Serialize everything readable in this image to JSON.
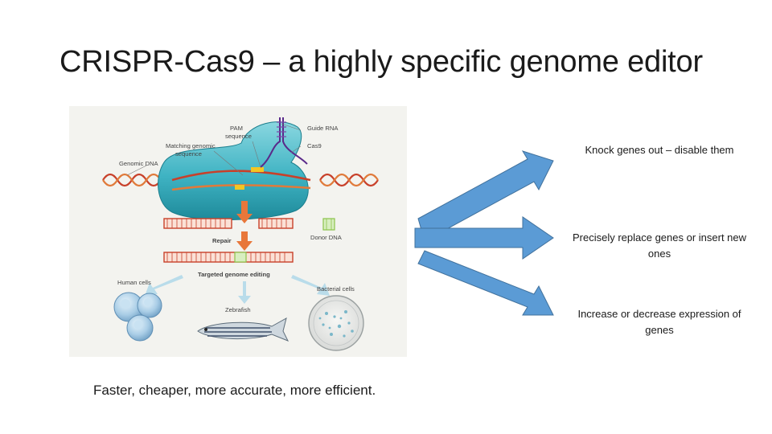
{
  "slide": {
    "title": "CRISPR-Cas9 – a highly specific genome editor",
    "caption": "Faster, cheaper, more accurate, more efficient."
  },
  "figure": {
    "labels": {
      "pam": [
        "PAM",
        "sequence"
      ],
      "guide_rna": "Guide RNA",
      "matching": [
        "Matching genomic",
        "sequence"
      ],
      "cas9": "Cas9",
      "genomic_dna": "Genomic DNA",
      "donor_dna": "Donor DNA",
      "repair": "Repair",
      "targeted": "Targeted genome editing",
      "human_cells": "Human cells",
      "bacterial_cells": "Bacterial cells",
      "zebrafish": "Zebrafish"
    }
  },
  "outcomes": [
    {
      "text": "Knock genes out – disable them"
    },
    {
      "text": "Precisely replace genes or insert new ones"
    },
    {
      "text": "Increase or decrease expression of genes"
    }
  ],
  "colors": {
    "arrow_fill": "#5b9bd5",
    "arrow_stroke": "#41719c",
    "cas9_teal": "#3fb3c3",
    "dna_red": "#c8402a",
    "donor_green": "#8bc34a"
  }
}
